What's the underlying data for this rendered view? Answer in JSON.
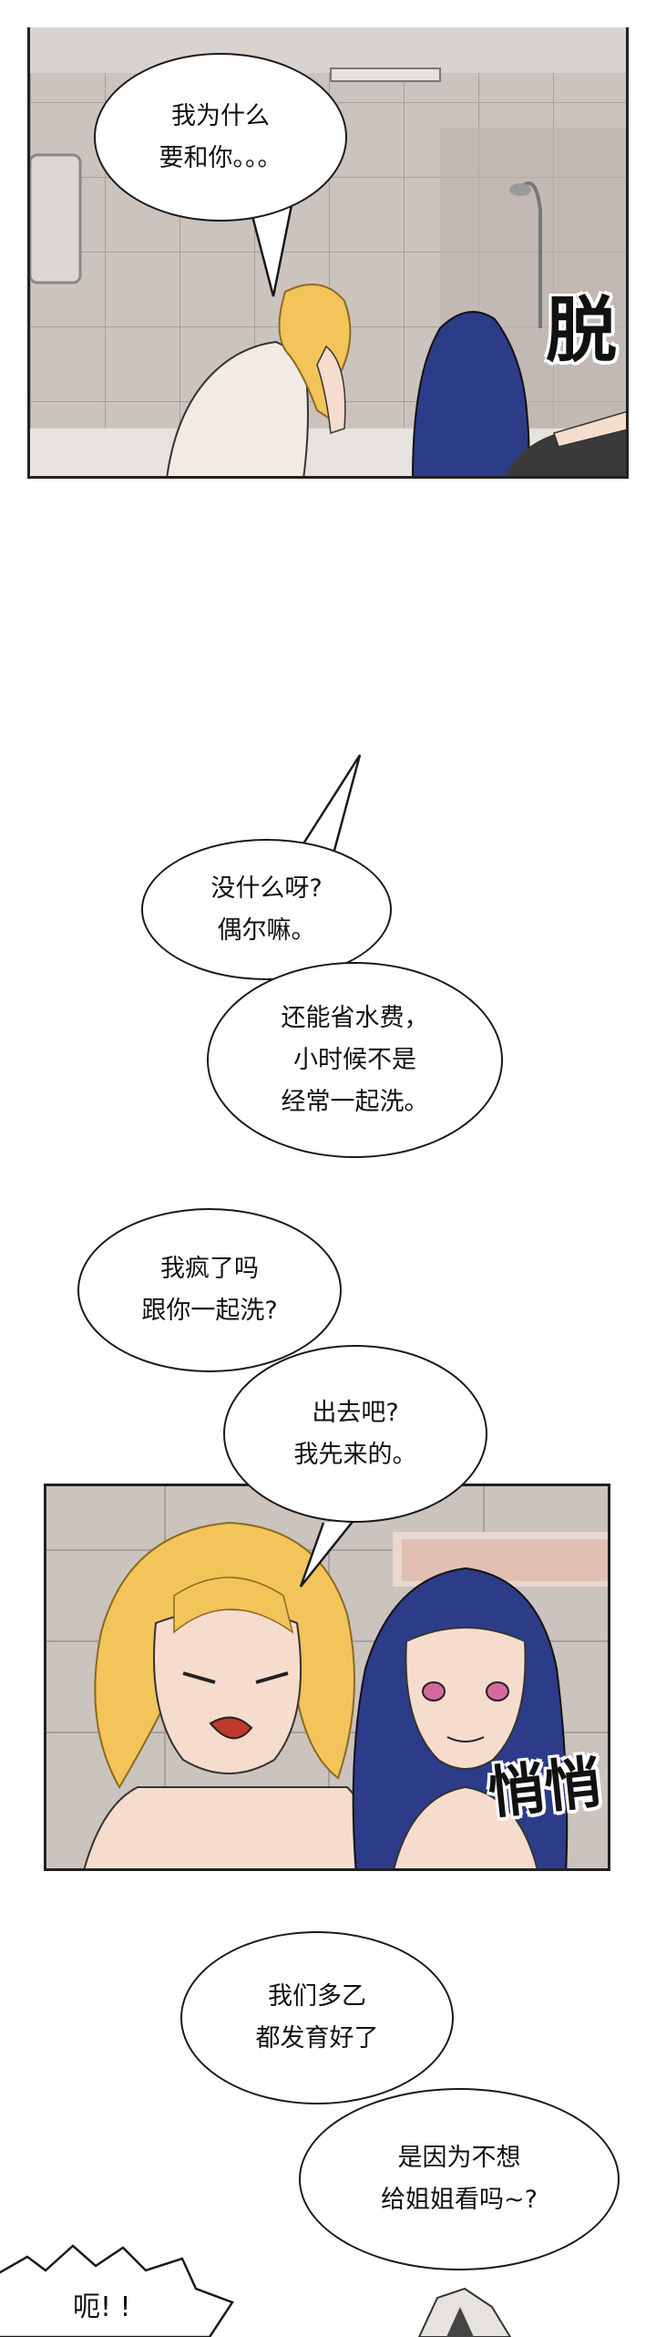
{
  "panels": {
    "top": {
      "sfx": "脱"
    },
    "middle": {
      "sfx": "悄悄"
    }
  },
  "bubbles": {
    "b1": "我为什么\n要和你。。。",
    "b2": "没什么呀?\n偶尔嘛。",
    "b3": "还能省水费，\n小时候不是\n经常一起洗。",
    "b4": "我疯了吗\n跟你一起洗?",
    "b5": "出去吧?\n我先来的。",
    "b6": "我们多乙\n都发育好了",
    "b7": "是因为不想\n给姐姐看吗~?",
    "b8": "呃! !"
  },
  "colors": {
    "tile": "#cbc3bd",
    "grout": "#a79f99",
    "blonde_hair": "#f2c45a",
    "blue_hair": "#2c3c88",
    "skin": "#f6dccc",
    "outline": "#1a1a1a"
  }
}
